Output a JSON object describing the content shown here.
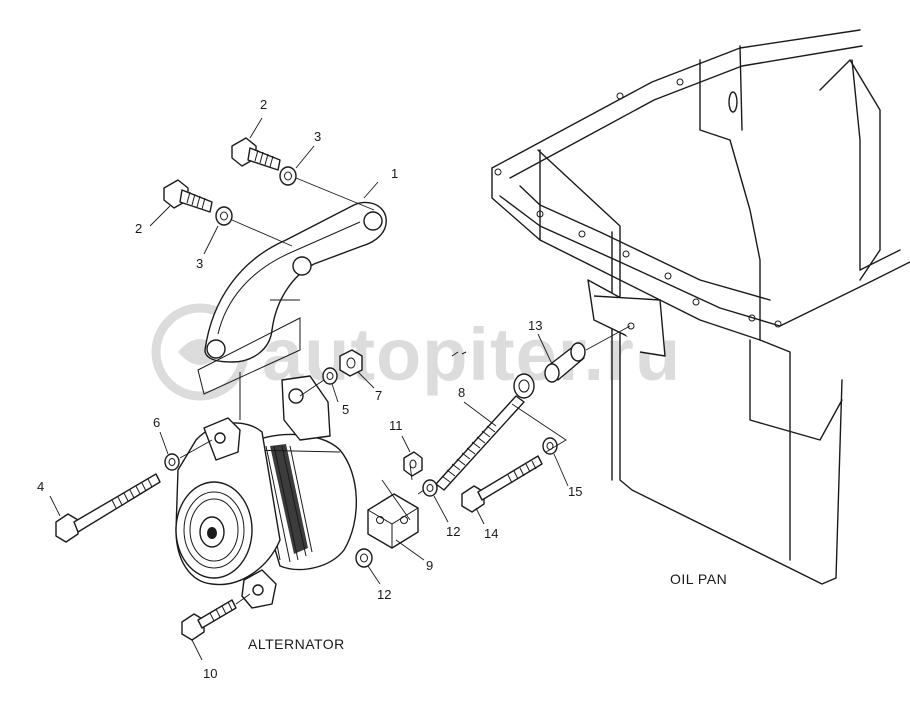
{
  "labels": {
    "alternator": "ALTERNATOR",
    "oil_pan": "OIL PAN"
  },
  "watermark": "autopiter.ru",
  "callouts": [
    "1",
    "2",
    "2",
    "3",
    "3",
    "4",
    "5",
    "6",
    "7",
    "8",
    "9",
    "10",
    "11",
    "12",
    "12",
    "13",
    "14",
    "15"
  ]
}
